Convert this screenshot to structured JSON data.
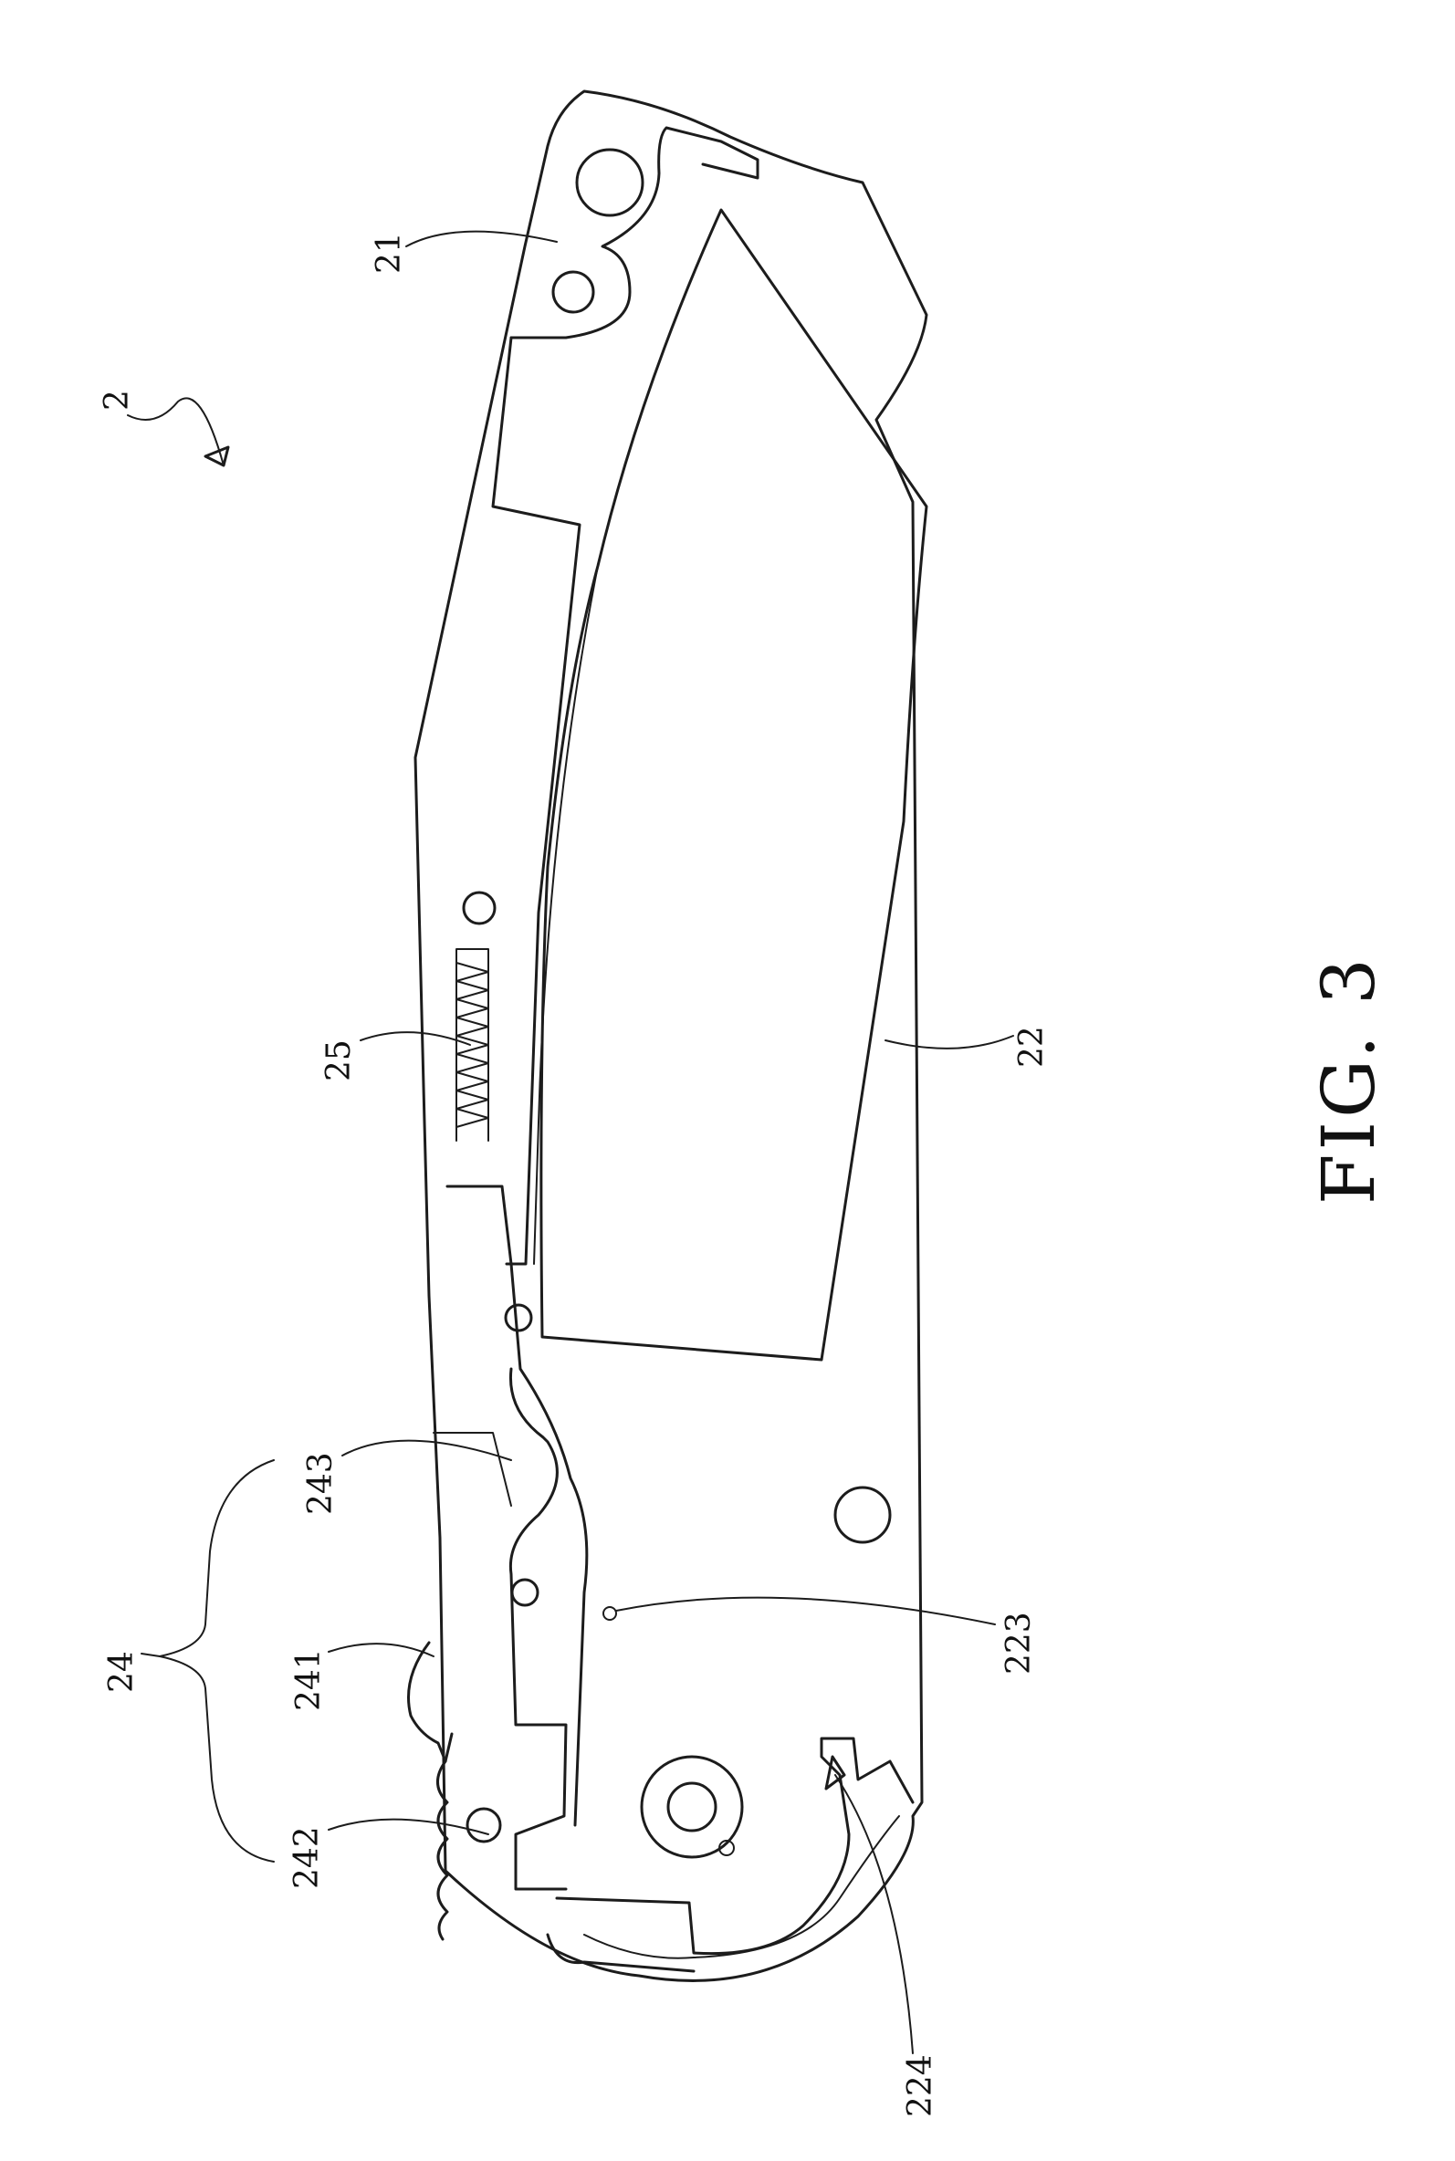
{
  "figure": {
    "caption": "FIG. 3",
    "reference_labels": {
      "assembly": "2",
      "handle": "21",
      "blade": "22",
      "hole": "223",
      "notch": "224",
      "lock": "24",
      "lock_button": "241",
      "lock_tail": "242",
      "lock_recess": "243",
      "spring": "25"
    }
  }
}
